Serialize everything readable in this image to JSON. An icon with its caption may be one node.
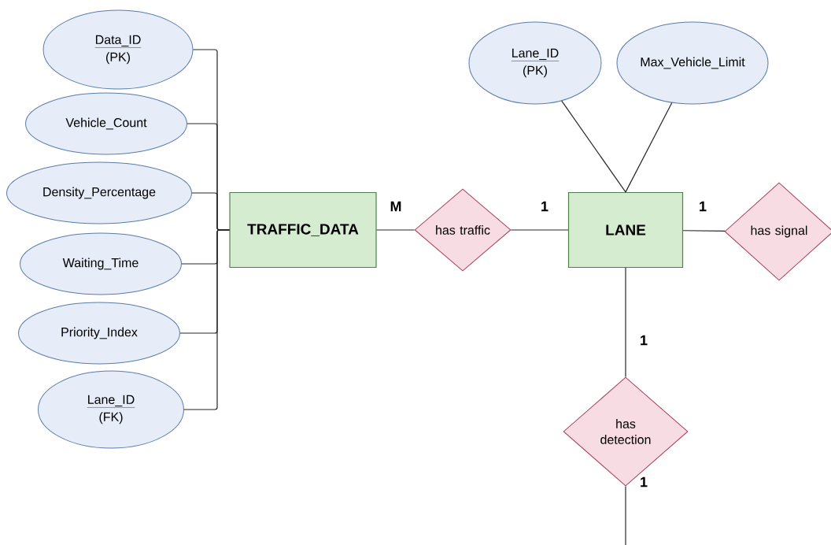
{
  "diagram": {
    "nodes": [
      {
        "text": [
          "Data_ID",
          "(PK)"
        ]
      },
      {
        "text": [
          "Vehicle_Count"
        ]
      },
      {
        "text": [
          "Density_Percentage"
        ]
      },
      {
        "text": [
          "Waiting_Time"
        ]
      },
      {
        "text": [
          "Priority_Index"
        ]
      },
      {
        "text": [
          "Lane_ID",
          "(FK)"
        ]
      },
      {
        "text": [
          "TRAFFIC_DATA"
        ]
      },
      {
        "text": [
          "has traffic"
        ]
      },
      {
        "text": [
          "Lane_ID",
          "(PK)"
        ]
      },
      {
        "text": [
          "Max_Vehicle_Limit"
        ]
      },
      {
        "text": [
          "LANE"
        ]
      },
      {
        "text": [
          "has signal"
        ]
      },
      {
        "text": [
          "has detection"
        ]
      }
    ],
    "edges": [
      {
        "from": 0,
        "to": 6,
        "arrow": "none"
      },
      {
        "from": 1,
        "to": 6,
        "arrow": "none"
      },
      {
        "from": 2,
        "to": 6,
        "arrow": "none"
      },
      {
        "from": 3,
        "to": 6,
        "arrow": "none"
      },
      {
        "from": 4,
        "to": 6,
        "arrow": "none"
      },
      {
        "from": 5,
        "to": 6,
        "arrow": "none"
      },
      {
        "from": 6,
        "to": 7,
        "arrow": "none",
        "label": "M"
      },
      {
        "from": 7,
        "to": 10,
        "arrow": "none",
        "label": "1"
      },
      {
        "from": 8,
        "to": 10,
        "arrow": "none"
      },
      {
        "from": 9,
        "to": 10,
        "arrow": "none"
      },
      {
        "from": 10,
        "to": 11,
        "arrow": "none",
        "label": "1"
      },
      {
        "from": 10,
        "to": 12,
        "arrow": "none",
        "label": "1"
      },
      {
        "from": 12,
        "to": null,
        "arrow": "none",
        "label": "1"
      }
    ]
  }
}
